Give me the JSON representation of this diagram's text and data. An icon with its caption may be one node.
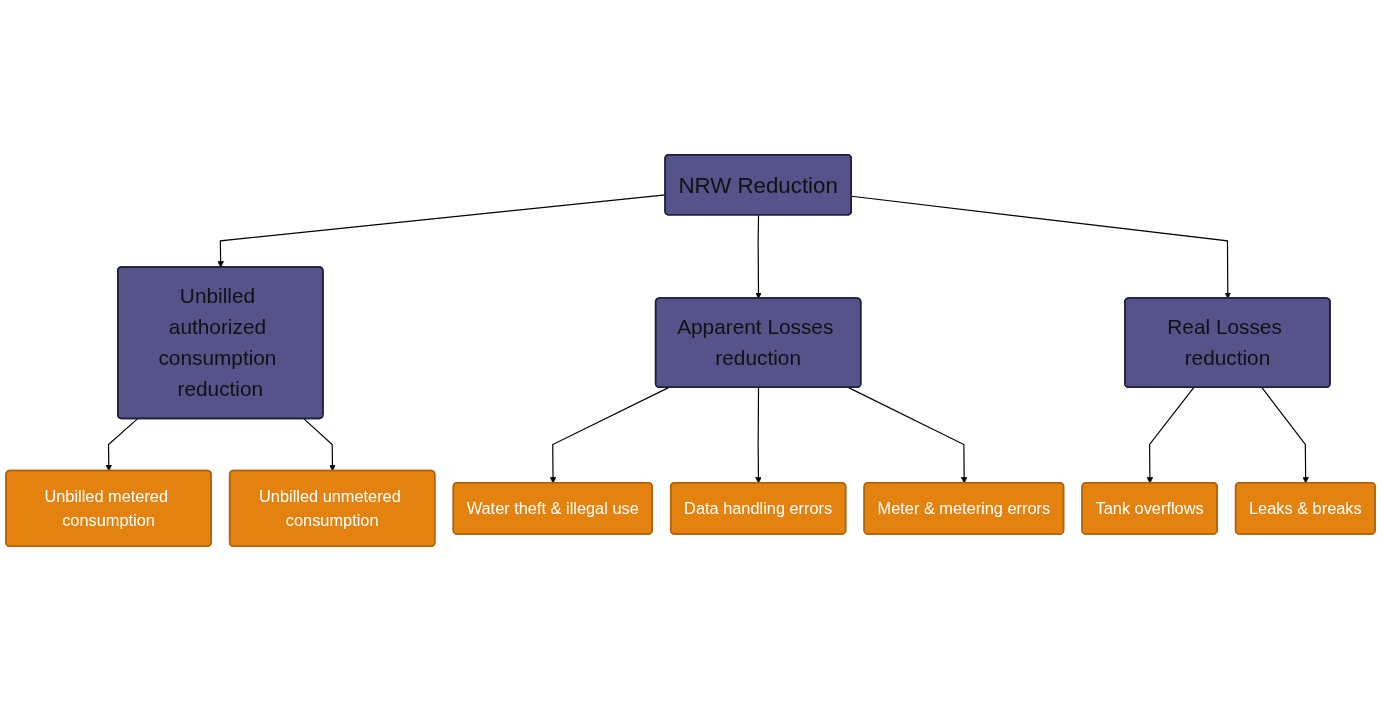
{
  "diagram": {
    "nodes": [
      {
        "text": [
          "NRW Reduction"
        ]
      },
      {
        "text": [
          "Unbilled authorized consumption reduction"
        ]
      },
      {
        "text": [
          "Apparent Losses reduction"
        ]
      },
      {
        "text": [
          "Real Losses reduction"
        ]
      },
      {
        "text": [
          "Unbilled metered consumption"
        ]
      },
      {
        "text": [
          "Unbilled unmetered consumption"
        ]
      },
      {
        "text": [
          "Water theft & illegal use"
        ]
      },
      {
        "text": [
          "Data handling errors"
        ]
      },
      {
        "text": [
          "Meter & metering errors"
        ]
      },
      {
        "text": [
          "Tank overflows"
        ]
      },
      {
        "text": [
          "Leaks & breaks"
        ]
      }
    ],
    "edges": [
      {
        "from": 0,
        "to": 1,
        "arrow": "to"
      },
      {
        "from": 0,
        "to": 2,
        "arrow": "to"
      },
      {
        "from": 0,
        "to": 3,
        "arrow": "to"
      },
      {
        "from": 1,
        "to": 4,
        "arrow": "to"
      },
      {
        "from": 1,
        "to": 5,
        "arrow": "to"
      },
      {
        "from": 2,
        "to": 6,
        "arrow": "to"
      },
      {
        "from": 2,
        "to": 7,
        "arrow": "to"
      },
      {
        "from": 2,
        "to": 8,
        "arrow": "to"
      },
      {
        "from": 3,
        "to": 9,
        "arrow": "to"
      },
      {
        "from": 3,
        "to": 10,
        "arrow": "to"
      }
    ]
  }
}
